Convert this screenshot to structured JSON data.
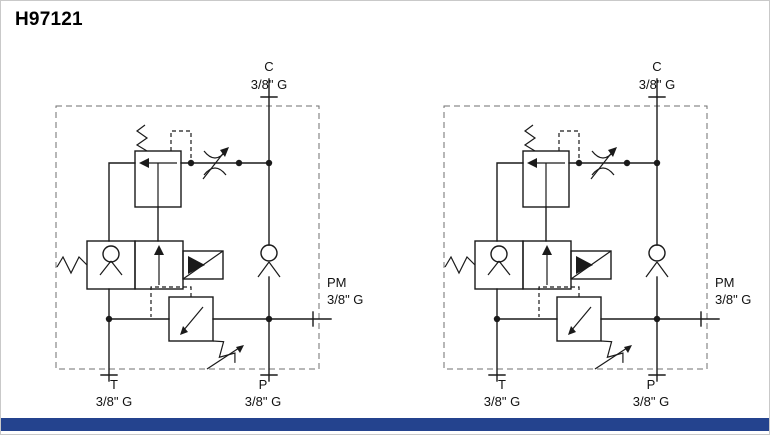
{
  "page": {
    "title": "H97121"
  },
  "colors": {
    "accent_bar": "#24438e",
    "line": "#1a1a1a"
  },
  "ports": {
    "c": {
      "label": "C",
      "size": "3/8\" G"
    },
    "pm": {
      "label": "PM",
      "size": "3/8\" G"
    },
    "t": {
      "label": "T",
      "size": "3/8\" G"
    },
    "p": {
      "label": "P",
      "size": "3/8\" G"
    }
  },
  "circuits": [
    {
      "name": "hydraulic-circuit-left"
    },
    {
      "name": "hydraulic-circuit-right"
    }
  ]
}
